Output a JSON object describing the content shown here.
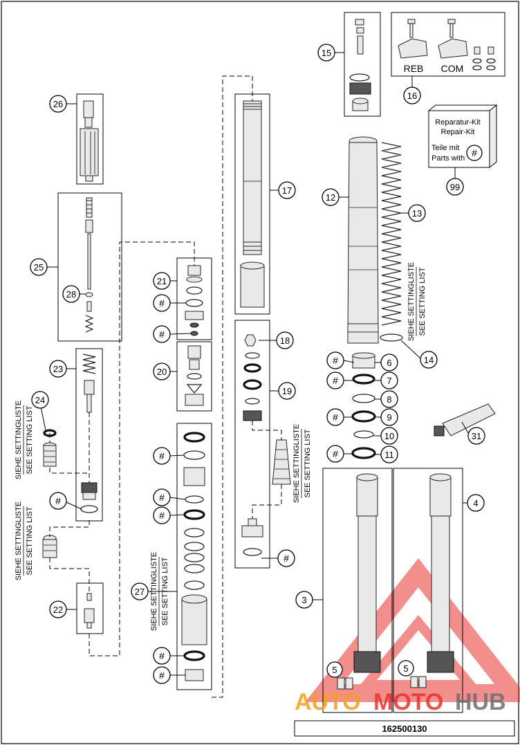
{
  "diagram": {
    "doc_number": "162500130",
    "watermark": {
      "left": "AUTO",
      "mid": "MOTO",
      "right": "HUB"
    },
    "kit": {
      "line1": "Reparatur-Kit",
      "line2": "Repair-Kit",
      "line3": "Teile mit",
      "line4": "Parts with",
      "symbol": "#"
    },
    "adjusters": {
      "reb": "REB",
      "com": "COM"
    },
    "setting": {
      "de": "SIEHE SETTINGLISTE",
      "en": "SEE SETTING LIST"
    },
    "hash": "#",
    "callouts": {
      "c3": "3",
      "c4": "4",
      "c5": "5",
      "c6": "6",
      "c7": "7",
      "c8": "8",
      "c9": "9",
      "c10": "10",
      "c11": "11",
      "c12": "12",
      "c13": "13",
      "c14": "14",
      "c15": "15",
      "c16": "16",
      "c17": "17",
      "c18": "18",
      "c19": "19",
      "c20": "20",
      "c21": "21",
      "c22": "22",
      "c23": "23",
      "c24": "24",
      "c25": "25",
      "c26": "26",
      "c27": "27",
      "c28": "28",
      "c31": "31",
      "c99": "99"
    },
    "colors": {
      "watermark_red": "#e8322f",
      "watermark_orange": "#f5a11a",
      "watermark_gray": "#6d6e71"
    }
  }
}
